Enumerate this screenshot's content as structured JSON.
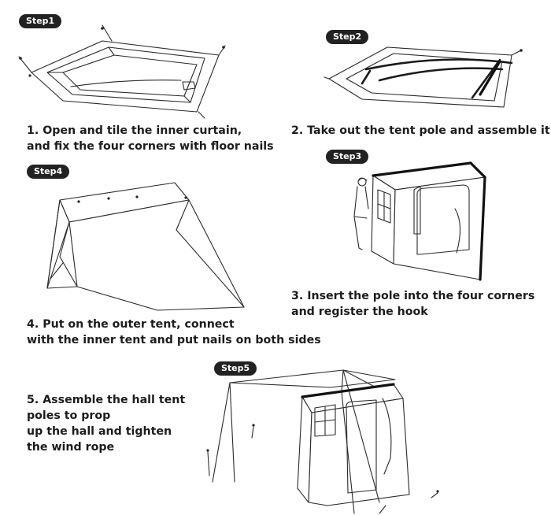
{
  "steps": {
    "step1": {
      "badge": "Step1",
      "caption_line1": "1. Open and tile the inner curtain,",
      "caption_line2": "and fix the four corners with floor nails"
    },
    "step2": {
      "badge": "Step2",
      "caption_line1": "2. Take out the tent pole and assemble it"
    },
    "step3": {
      "badge": "Step3",
      "caption_line1": "3. Insert the pole into the four corners",
      "caption_line2": "and register the hook"
    },
    "step4": {
      "badge": "Step4",
      "caption_line1": "4. Put on the outer tent, connect",
      "caption_line2": "with the inner tent and put nails on both sides"
    },
    "step5": {
      "badge": "Step5",
      "caption_line1": "5. Assemble the hall tent",
      "caption_line2": "poles to prop",
      "caption_line3": "up the hall and tighten",
      "caption_line4": "the wind rope"
    }
  },
  "colors": {
    "badge_bg": "#222222",
    "badge_text": "#ffffff",
    "line": "#2a2a2a"
  }
}
